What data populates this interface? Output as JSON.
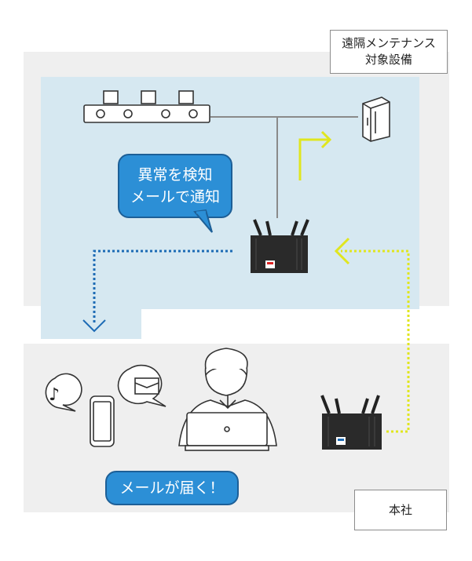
{
  "labels": {
    "remote_site_line1": "遠隔メンテナンス",
    "remote_site_line2": "対象設備",
    "headquarters": "本社"
  },
  "bubbles": {
    "alert_line1": "異常を検知",
    "alert_line2": "メールで通知",
    "mail_arrives": "メールが届く！"
  },
  "colors": {
    "site_fill": "#d6e8f1",
    "background_panel": "#efefef",
    "bubble_fill": "#2c8fd6",
    "mail_path": "#1d6bb5",
    "vpn_path": "#e0e61f",
    "router_body": "#2a2a2a"
  },
  "icons": [
    "conveyor-icon",
    "server-icon",
    "router-icon",
    "music-note-icon",
    "smartphone-icon",
    "envelope-icon",
    "person-laptop-icon"
  ]
}
